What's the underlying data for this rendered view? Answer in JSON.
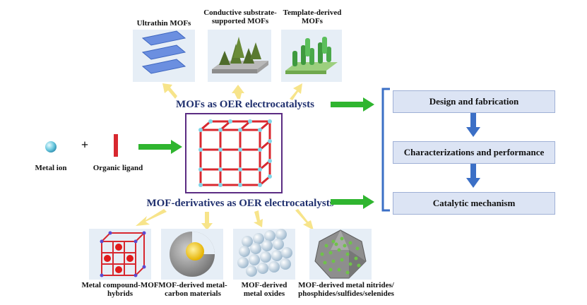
{
  "top_labels": {
    "ultrathin": "Ultrathin MOFs",
    "conductive": "Conductive substrate-supported MOFs",
    "template": "Template-derived MOFs"
  },
  "headings": {
    "mofs": "MOFs as OER electrocatalysts",
    "derivatives": "MOF-derivatives as OER electrocatalysts"
  },
  "left": {
    "metal_ion": "Metal ion",
    "organic_ligand": "Organic ligand",
    "plus": "+"
  },
  "bottom_labels": {
    "compound": "Metal compound-MOF hybrids",
    "carbon": "MOF-derived metal-carbon materials",
    "oxides": "MOF-derived metal oxides",
    "nitrides": "MOF-derived metal nitrides/ phosphides/sulfides/selenides"
  },
  "flow": {
    "design": "Design and fabrication",
    "characterization": "Characterizations and performance",
    "mechanism": "Catalytic mechanism"
  },
  "colors": {
    "green_arrow": "#2fb52f",
    "yellow_arrow": "#f7e48a",
    "blue_arrow": "#3b6fc6",
    "box_fill": "#dce4f4",
    "frame_purple": "#5b2c83",
    "lattice_red": "#d8282f",
    "node_cyan": "#7fd6e8"
  }
}
